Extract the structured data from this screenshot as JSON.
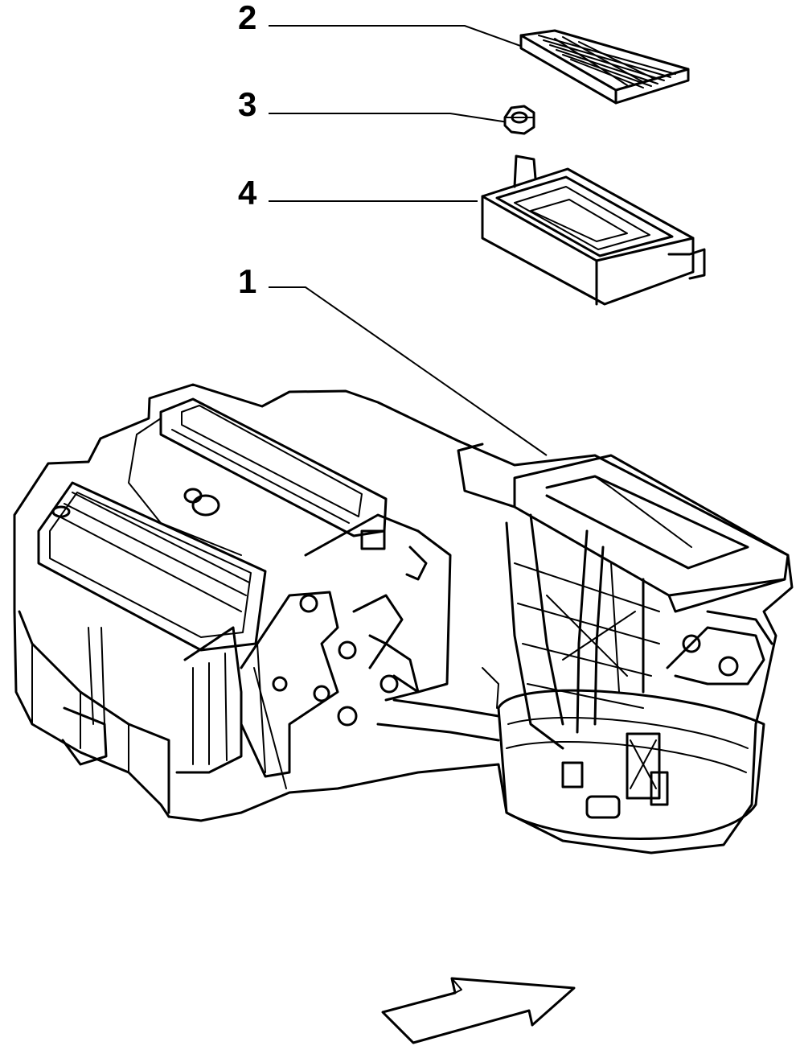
{
  "callouts": [
    {
      "label": "2",
      "part": "cabin-filter"
    },
    {
      "label": "3",
      "part": "nut"
    },
    {
      "label": "4",
      "part": "filter-cover"
    },
    {
      "label": "1",
      "part": "heater-ventilation-unit"
    }
  ],
  "arrow": {
    "icon": "direction-arrow-icon",
    "direction": "forward"
  },
  "colors": {
    "ink": "#000000",
    "paper": "#ffffff"
  }
}
